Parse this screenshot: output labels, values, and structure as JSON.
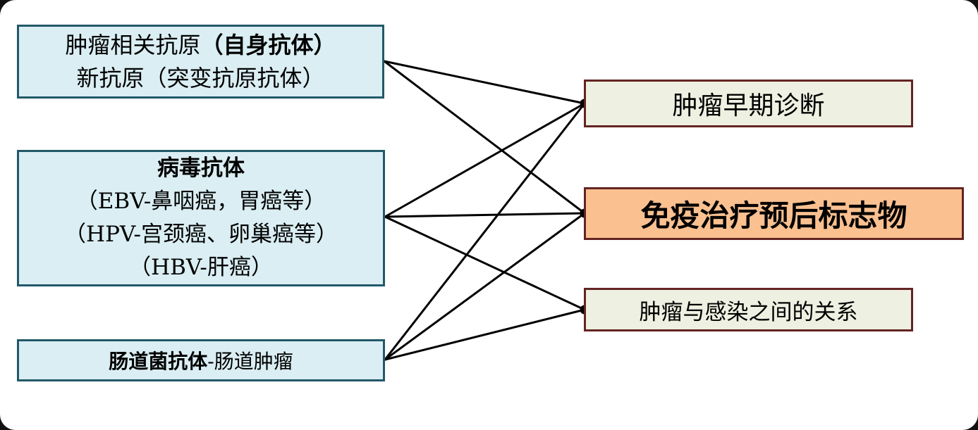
{
  "slide": {
    "boxes": {
      "left1": {
        "line1_regular": "肿瘤相关抗原",
        "line1_bold": "（自身抗体）",
        "line2": "新抗原（突变抗原抗体）"
      },
      "left2": {
        "title": "病毒抗体",
        "line2": "（EBV-鼻咽癌，胃癌等）",
        "line3": "（HPV-宫颈癌、卵巢癌等）",
        "line4": "（HBV-肝癌）"
      },
      "left3": {
        "bold": "肠道菌抗体",
        "regular": "-肠道肿瘤"
      },
      "right1": {
        "label": "肿瘤早期诊断"
      },
      "right2": {
        "label": "免疫治疗预后标志物"
      },
      "right3": {
        "label": "肿瘤与感染之间的关系"
      }
    },
    "edges": [
      {
        "from": "left1",
        "to": "right1"
      },
      {
        "from": "left1",
        "to": "right2"
      },
      {
        "from": "left2",
        "to": "right1"
      },
      {
        "from": "left2",
        "to": "right2"
      },
      {
        "from": "left2",
        "to": "right3"
      },
      {
        "from": "left3",
        "to": "right1"
      },
      {
        "from": "left3",
        "to": "right2"
      },
      {
        "from": "left3",
        "to": "right3"
      }
    ],
    "junction_dots": [
      "right1",
      "right2",
      "right3"
    ],
    "colors": {
      "left_box_fill": "#daeef3",
      "left_box_border": "#215968",
      "right_box_fill": "#eef0e1",
      "right_box_border": "#632423",
      "highlight_box_fill": "#fac090",
      "connector_line": "#000000",
      "junction_dot": "#000000"
    }
  }
}
